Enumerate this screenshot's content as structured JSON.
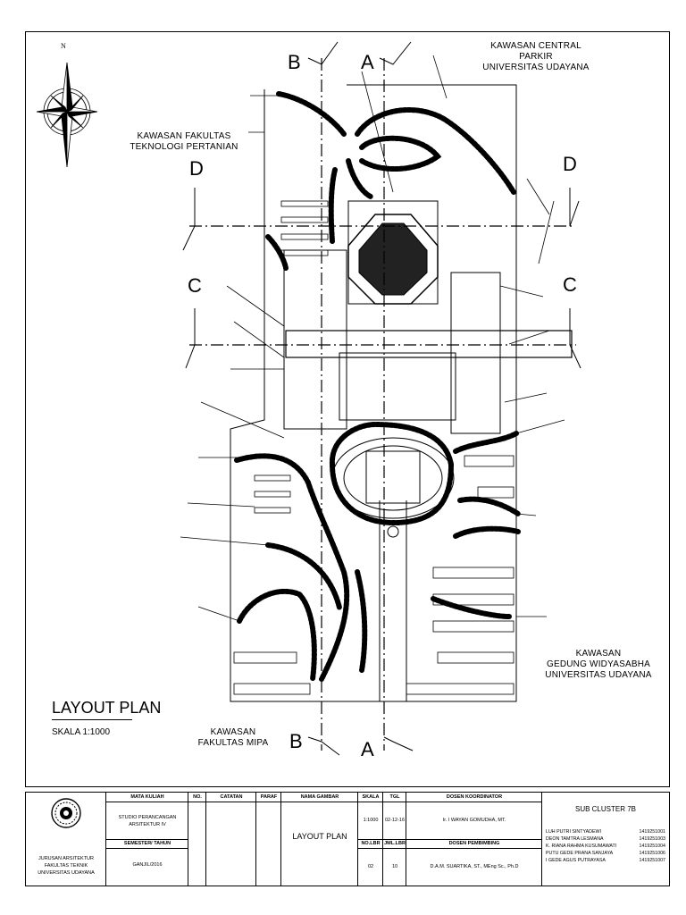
{
  "north_label": "N",
  "sections": {
    "b_top": "B",
    "a_top": "A",
    "d_left": "D",
    "d_right": "D",
    "c_left": "C",
    "c_right": "C",
    "b_bottom": "B",
    "a_bottom": "A"
  },
  "regions": {
    "central_parkir": [
      "KAWASAN CENTRAL PARKIR",
      "UNIVERSITAS UDAYANA"
    ],
    "fak_teknologi": [
      "KAWASAN FAKULTAS",
      "TEKNOLOGI PERTANIAN"
    ],
    "widyasabha": [
      "KAWASAN",
      "GEDUNG WIDYASABHA",
      "UNIVERSITAS UDAYANA"
    ],
    "fak_mipa": [
      "KAWASAN",
      "FAKULTAS MIPA"
    ]
  },
  "plan_title": "LAYOUT PLAN",
  "plan_scale": "SKALA 1:1000",
  "title_block": {
    "institution": [
      "JURUSAN ARSITEKTUR",
      "FAKULTAS TEKNIK",
      "UNIVERSITAS UDAYANA"
    ],
    "h_mata_kuliah": "MATA KULIAH",
    "mata_kuliah": [
      "STUDIO PERANCANGAN",
      "ARSITEKTUR IV"
    ],
    "h_semester": "SEMESTER/ TAHUN",
    "semester": "GANJIL/2016",
    "h_no": "NO.",
    "h_catatan": "CATATAN",
    "h_paraf": "PARAF",
    "h_nama_gambar": "NAMA GAMBAR",
    "nama_gambar": "LAYOUT PLAN",
    "h_skala": "SKALA",
    "skala": "1:1000",
    "h_tgl": "TGL",
    "tgl": "02-12-16",
    "h_no_lbr": "NO.LBR",
    "no_lbr": "02",
    "h_jml_lbr": "JML.LBR",
    "jml_lbr": "10",
    "h_dosen_koordinator": "DOSEN KOORDINATOR",
    "dosen_koordinator": "Ir. I WAYAN GOMUDHA, MT.",
    "h_dosen_pembimbing": "DOSEN PEMBIMBING",
    "dosen_pembimbing": "D.A.M.    SUARTIKA, ST., MEng Sc., Ph.D",
    "cluster": "SUB CLUSTER 7B",
    "members": [
      {
        "name": "LUH PUTRI SINTYADEWI",
        "nim": "1419251001"
      },
      {
        "name": "DEON TAMTRA LESMANA",
        "nim": "1419251003"
      },
      {
        "name": "K. RIANA RAHMA KUSUMAWATI",
        "nim": "1419251004"
      },
      {
        "name": "PUTU GEDE PRANA SANJAYA",
        "nim": "1419251006"
      },
      {
        "name": "I GEDE AGUS PUTRAYASA",
        "nim": "1419251007"
      }
    ]
  }
}
